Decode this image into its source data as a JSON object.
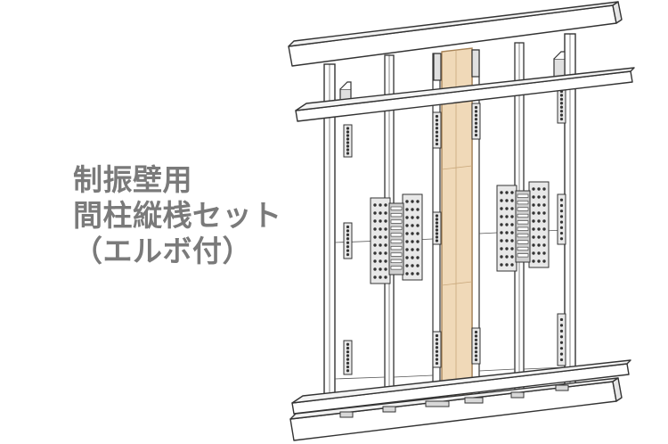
{
  "caption": {
    "line1": "制振壁用",
    "line2": "間柱縦桟セット",
    "line3": "（エルボ付）"
  },
  "colors": {
    "wood": "#f0d9b8",
    "wood_edge": "#c9a87c",
    "outline": "#333333",
    "plate_fill": "#e8e8e8",
    "background": "#ffffff"
  }
}
